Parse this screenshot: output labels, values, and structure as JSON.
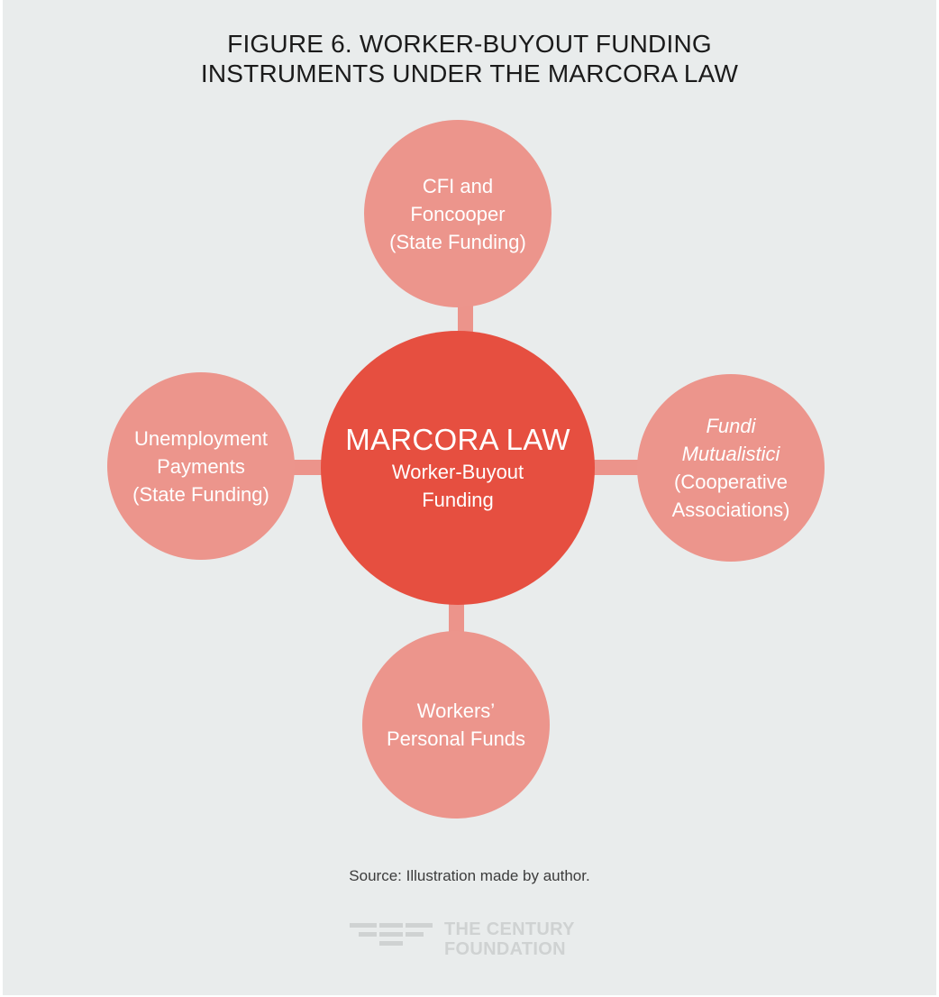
{
  "title": {
    "line1": "FIGURE 6. WORKER-BUYOUT FUNDING",
    "line2": "INSTRUMENTS UNDER THE MARCORA LAW"
  },
  "center": {
    "title": "MARCORA LAW",
    "sub_line1": "Worker-Buyout",
    "sub_line2": "Funding"
  },
  "nodes": {
    "top": {
      "line1": "CFI and",
      "line2": "Foncooper",
      "line3": "(State Funding)"
    },
    "left": {
      "line1": "Unemployment",
      "line2": "Payments",
      "line3": "(State Funding)"
    },
    "right": {
      "line1": "Fundi",
      "line2": "Mutualistici",
      "line3": "(Cooperative",
      "line4": "Associations)"
    },
    "bottom": {
      "line1": "Workers’",
      "line2": "Personal Funds"
    }
  },
  "source": "Source: Illustration made by author.",
  "logo": {
    "line1": "THE CENTURY",
    "line2": "FOUNDATION"
  },
  "colors": {
    "background": "#e9ecec",
    "center_circle": "#e64f40",
    "satellite_circle": "#ec958c",
    "logo_gray": "#cfd2d2"
  }
}
